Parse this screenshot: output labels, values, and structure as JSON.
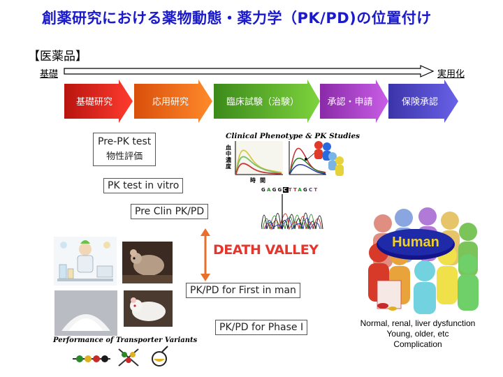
{
  "title": "創薬研究における薬物動態・薬力学（PK/PD)の位置付け",
  "category_label": "【医薬品】",
  "axis": {
    "start_label": "基礎",
    "end_label": "実用化"
  },
  "stages": [
    {
      "label": "基礎研究",
      "color": "#e02a20"
    },
    {
      "label": "応用研究",
      "color": "#ee6b1a"
    },
    {
      "label": "臨床試験（治験）",
      "color": "#5ab02e"
    },
    {
      "label": "承認・申請",
      "color": "#a63fc4"
    },
    {
      "label": "保険承認",
      "color": "#5148c8"
    }
  ],
  "boxes": {
    "pre_pk": {
      "line1": "Pre-PK test",
      "line2": "物性評価"
    },
    "pk_vitro": "PK test in vitro",
    "pre_clin": "Pre Clin PK/PD",
    "first_man": "PK/PD for First in man",
    "phase1": "PK/PD for Phase I"
  },
  "clinical_caption": "Clinical Phenotype & PK Studies",
  "chart_axis": {
    "y": "血中濃度",
    "x": "時間"
  },
  "dna_sequence": [
    "G",
    "A",
    "G",
    "G",
    "C",
    "T",
    "T",
    "A",
    "G",
    "C",
    "T"
  ],
  "death_valley": "DEATH VALLEY",
  "transporter_caption": "Performance of Transporter Variants",
  "human_label": "Human",
  "human_caption": [
    "Normal, renal, liver dysfunction",
    "Young, older, etc",
    "Complication"
  ]
}
